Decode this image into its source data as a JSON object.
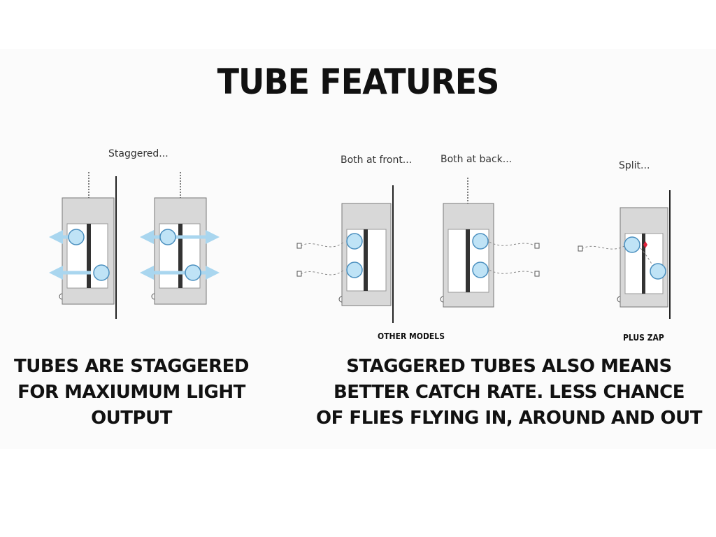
{
  "title": "TUBE FEATURES",
  "captions": {
    "staggered": "Staggered...",
    "both_front": "Both at front...",
    "both_back": "Both at back...",
    "split": "Split..."
  },
  "labels": {
    "other_models": "OTHER MODELS",
    "plus_zap": "PLUS ZAP"
  },
  "left_text": {
    "line1": "TUBES ARE STAGGERED",
    "line2": "FOR MAXIUMUM LIGHT",
    "line3": "OUTPUT"
  },
  "right_text": {
    "line1": "STAGGERED TUBES ALSO MEANS",
    "line2": "BETTER CATCH RATE. LESS CHANCE",
    "line3": "OF FLIES FLYING IN, AROUND AND OUT"
  },
  "colors": {
    "tube": "#bfe3f6",
    "arrow": "#a9d6ef",
    "unit": "#dcdcdc",
    "zap": "#e0223a"
  }
}
